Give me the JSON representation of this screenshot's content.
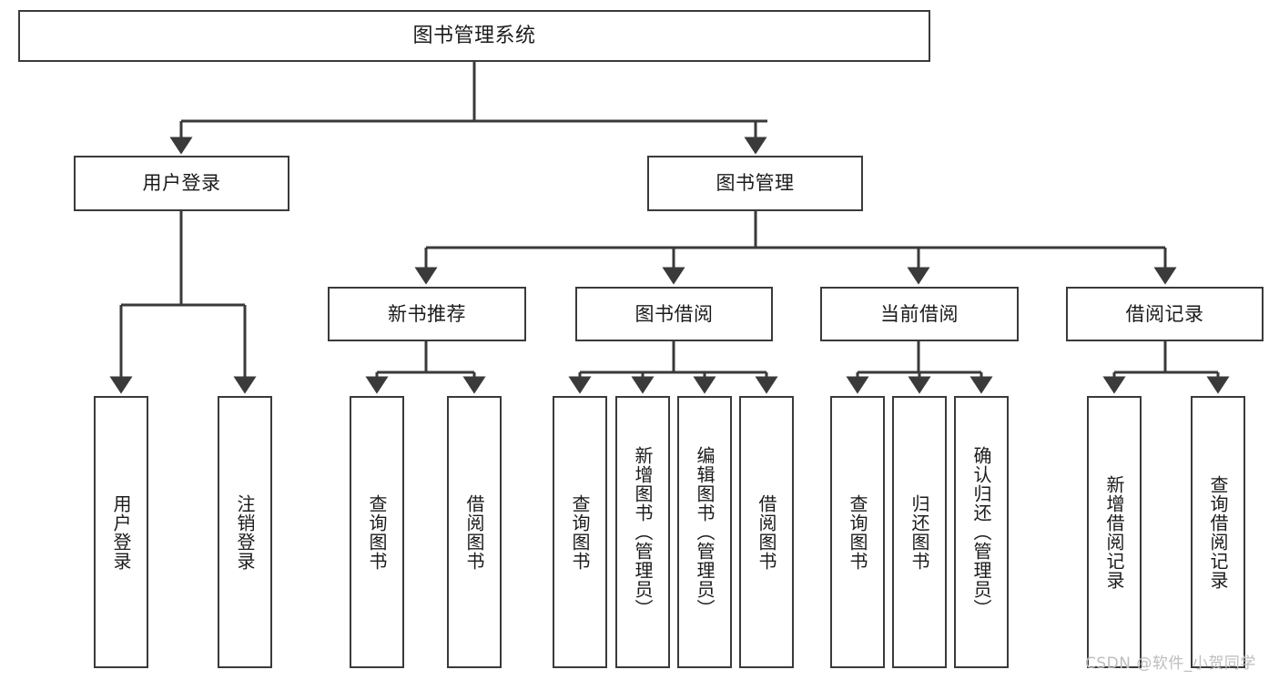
{
  "diagram": {
    "title": "图书管理系统",
    "watermark": "CSDN @软件_小贺同学",
    "colors": {
      "background": "#ffffff",
      "stroke": "#3a3a3a",
      "text": "#1b1b1b",
      "watermark": "#bdbdbd"
    },
    "nodes": {
      "root": "图书管理系统",
      "user_login": "用户登录",
      "book_manage": "图书管理",
      "new_book_rec": "新书推荐",
      "book_borrow": "图书借阅",
      "current_borrow": "当前借阅",
      "borrow_record": "借阅记录",
      "leaf_user_login": "用户登录",
      "leaf_logout": "注销登录",
      "leaf_query_book_1": "查询图书",
      "leaf_borrow_book_1": "借阅图书",
      "leaf_query_book_2": "查询图书",
      "leaf_add_book_admin": "新增图书（管理员）",
      "leaf_edit_book_admin": "编辑图书（管理员）",
      "leaf_borrow_book_2": "借阅图书",
      "leaf_query_book_3": "查询图书",
      "leaf_return_book": "归还图书",
      "leaf_confirm_return_admin": "确认归还（管理员）",
      "leaf_add_borrow_record": "新增借阅记录",
      "leaf_query_borrow_record": "查询借阅记录"
    }
  }
}
